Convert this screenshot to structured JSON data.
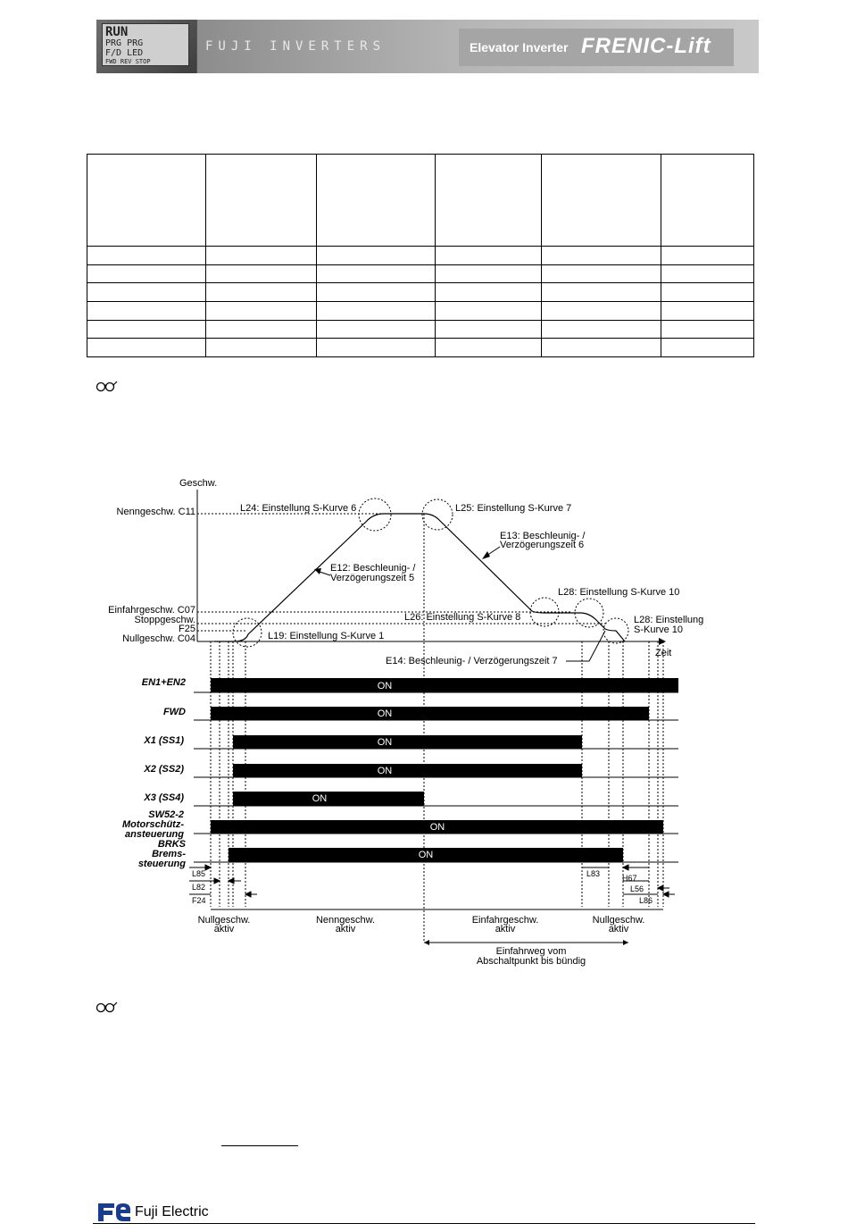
{
  "header": {
    "lcd_lines": [
      "RUN",
      "PRG PRG",
      "F/D LED",
      "FWD REV STOP"
    ],
    "brand": "FUJI INVERTERS",
    "product_label": "Elevator Inverter",
    "product_name": "FRENIC-Lift"
  },
  "table": {
    "columns": 6,
    "rows": 7
  },
  "diagram": {
    "axis_y": "Geschw.",
    "axis_x": "Zeit",
    "speed_labels": {
      "nenn": "Nenngeschw. C11",
      "einfahr": "Einfahrgeschw. C07",
      "stopp": "Stoppgeschw.",
      "f25": "F25",
      "null": "Nullgeschw. C04"
    },
    "annotations": {
      "l24": "L24: Einstellung S-Kurve 6",
      "l25": "L25: Einstellung S-Kurve 7",
      "e13a": "E13: Beschleunig- /",
      "e13b": "Verzögerungszeit 6",
      "e12a": "E12: Beschleunig- /",
      "e12b": "Verzögerungszeit 5",
      "l28a": "L28: Einstellung S-Kurve 10",
      "l26": "L26: Einstellung S-Kurve 8",
      "l28b1": "L28: Einstellung",
      "l28b2": "S-Kurve 10",
      "l19": "L19: Einstellung S-Kurve 1",
      "e14": "E14: Beschleunig- / Verzögerungszeit 7"
    },
    "signals": {
      "en": "EN1+EN2",
      "fwd": "FWD",
      "x1": "X1 (SS1)",
      "x2": "X2 (SS2)",
      "x3": "X3 (SS4)",
      "sw1": "SW52-2",
      "sw2": "Motorschütz-",
      "sw3": "ansteuerung",
      "brks1": "BRKS",
      "brks2": "Brems-",
      "brks3": "steuerung"
    },
    "on": "ON",
    "timers": {
      "l85": "L85",
      "l82": "L82",
      "f24": "F24",
      "l83": "L83",
      "h67": "H67",
      "l56": "L56",
      "l86": "L86"
    },
    "phases": {
      "null1a": "Nullgeschw.",
      "null1b": "aktiv",
      "nenn_a": "Nenngeschw.",
      "nenn_b": "aktiv",
      "einf_a": "Einfahrgeschw.",
      "einf_b": "aktiv",
      "null2a": "Nullgeschw.",
      "null2b": "aktiv",
      "weg_a": "Einfahrweg vom",
      "weg_b": "Abschaltpunkt bis bündig"
    }
  },
  "footer": {
    "company": "Fuji Electric"
  }
}
